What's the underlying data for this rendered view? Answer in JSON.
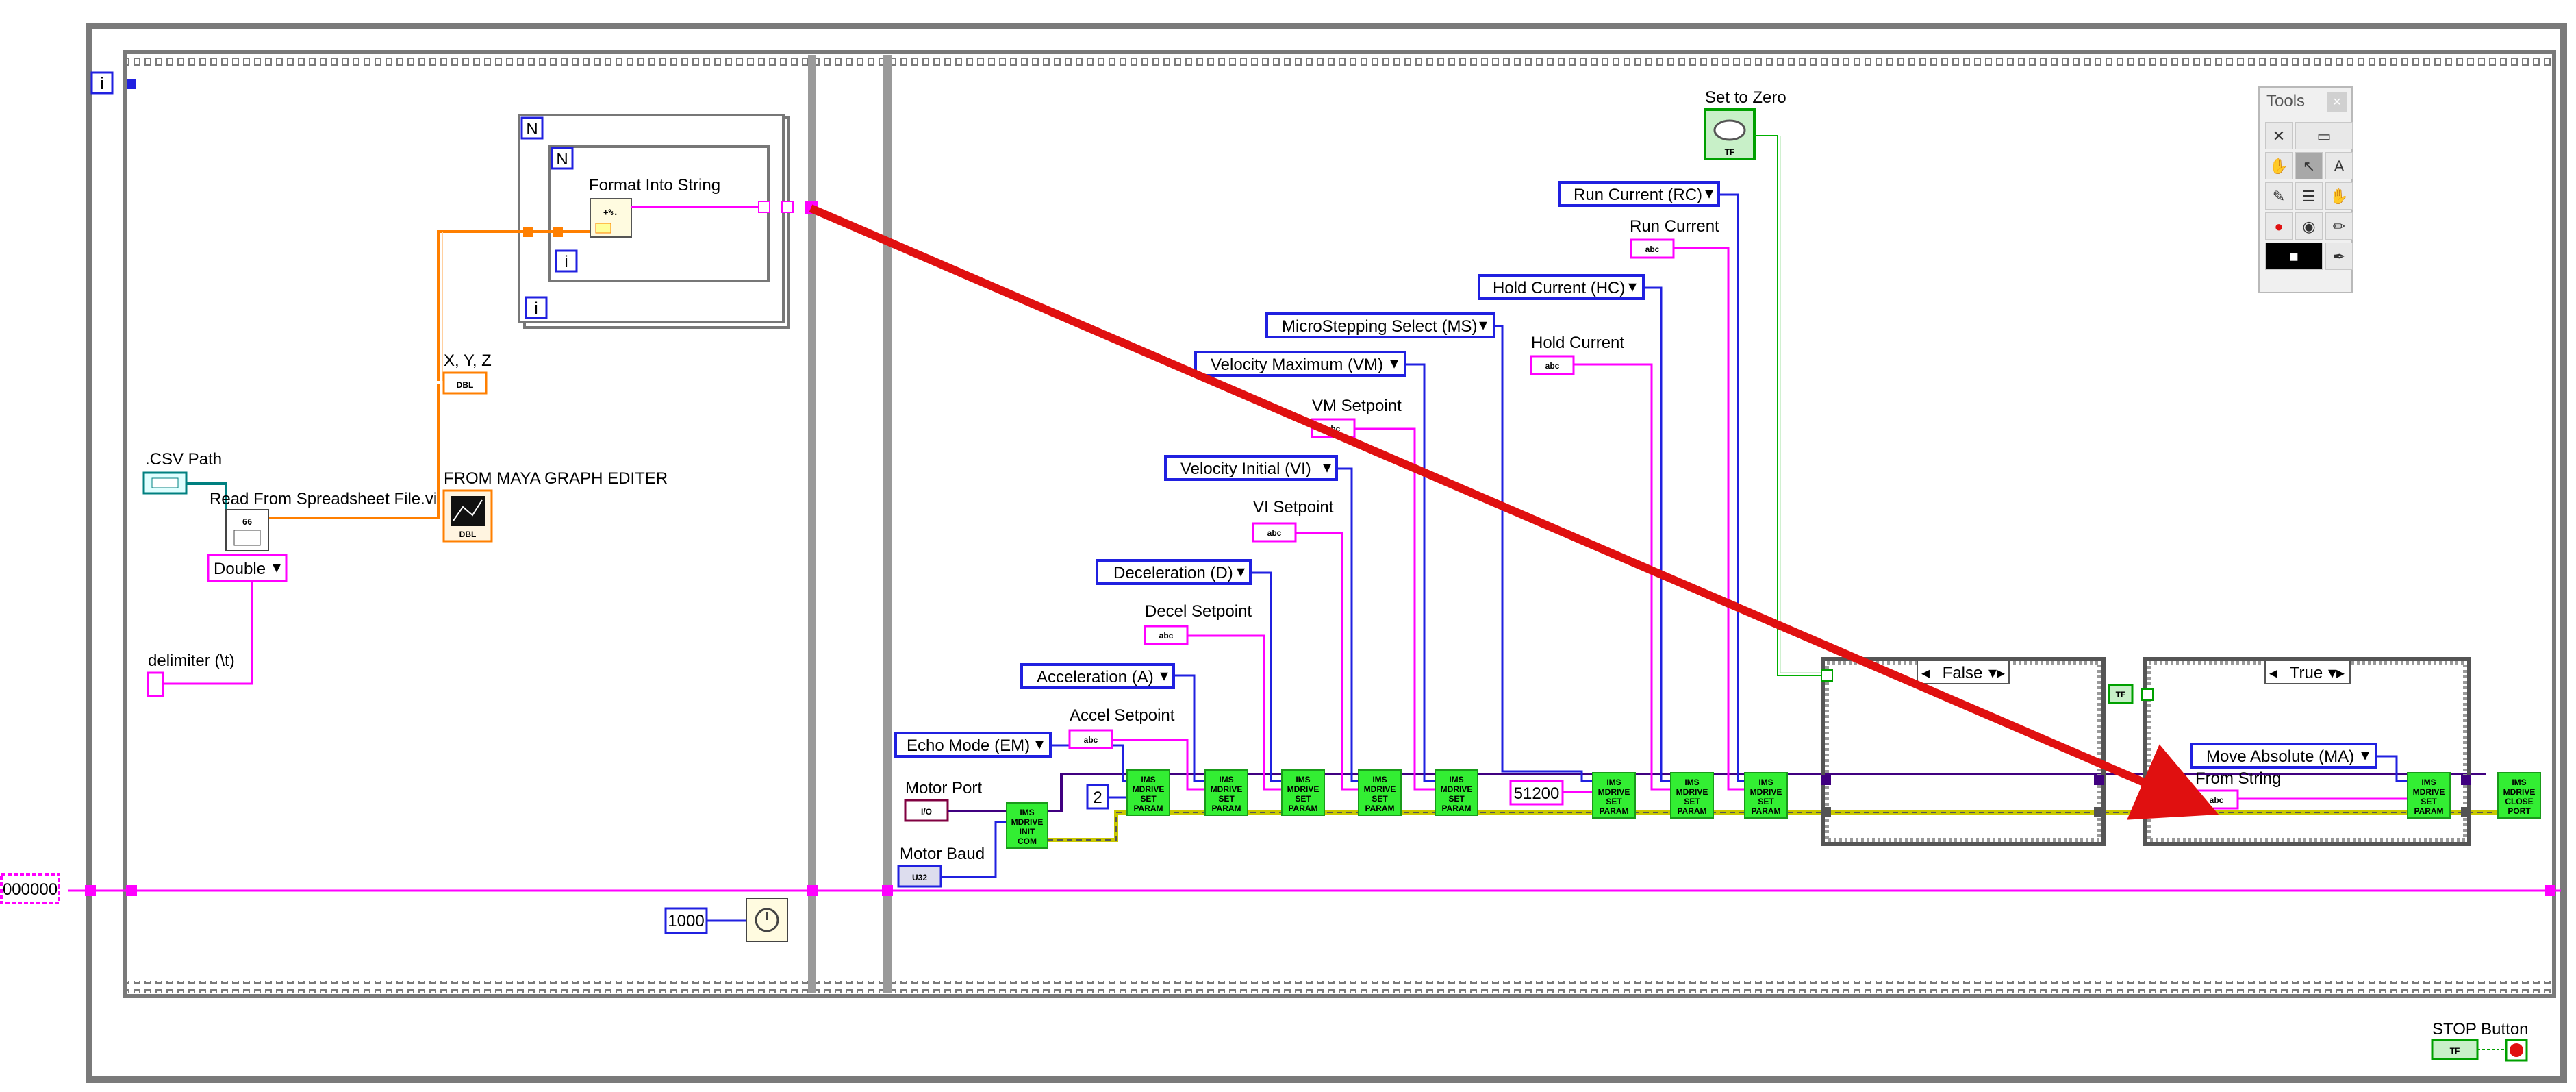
{
  "loop_indicators": {
    "i": "i",
    "N": "N"
  },
  "controls": {
    "csv_path": ".CSV Path",
    "read_spreadsheet": "Read From Spreadsheet File.vi",
    "double_select": "Double",
    "delimiter": "delimiter (\\t)",
    "xyz": "X, Y, Z",
    "from_maya": "FROM MAYA GRAPH EDITER",
    "format_into_string": "Format Into String",
    "wait_ms": "1000",
    "shift_value": "000000",
    "set_to_zero": "Set to Zero",
    "stop_button": "STOP Button",
    "motor_port": "Motor Port",
    "motor_baud": "Motor Baud",
    "echo_mode": "Echo Mode (EM)",
    "accel_setpoint": "Accel Setpoint",
    "acceleration": "Acceleration (A)",
    "decel_setpoint": "Decel Setpoint",
    "deceleration": "Deceleration (D)",
    "vi_setpoint": "VI Setpoint",
    "velocity_initial": "Velocity Initial (VI)",
    "vm_setpoint": "VM Setpoint",
    "velocity_maximum": "Velocity Maximum (VM)",
    "microstepping": "MicroStepping Select (MS)",
    "hold_current_label": "Hold Current",
    "hold_current": "Hold Current (HC)",
    "run_current_label": "Run Current",
    "run_current": "Run Current (RC)",
    "const_2": "2",
    "const_51200": "51200",
    "case_false": "False",
    "case_true": "True",
    "move_absolute": "Move Absolute (MA)",
    "from_string": "From String"
  },
  "terminal_types": {
    "dbl": "DBL",
    "u32": "U32",
    "abc": "abc",
    "tf": "TF",
    "io": "I/O"
  },
  "subvis": {
    "init": [
      "IMS",
      "MDRIVE",
      "INIT",
      "COM"
    ],
    "set": [
      "IMS",
      "MDRIVE",
      "SET",
      "PARAM"
    ],
    "close": [
      "IMS",
      "MDRIVE",
      "CLOSE",
      "PORT"
    ]
  },
  "tools_palette": {
    "title": "Tools",
    "close": "×",
    "icons": [
      "wrench-icon",
      "pointer-icon",
      "text-icon",
      "hand-icon",
      "arrow-icon",
      "scroll-icon",
      "wire-icon",
      "shortcut-icon",
      "pin-icon",
      "stop-icon",
      "probe-icon",
      "dropper-icon"
    ]
  },
  "colors": {
    "string_wire": "#ff00ff",
    "numeric_wire": "#2020e0",
    "dbl_wire": "#ff7f00",
    "error_wire": "#c8c800",
    "bool_wire": "#00a000",
    "subvi": "#33ee33",
    "annotation_arrow": "#e01010",
    "frame": "#808080"
  }
}
